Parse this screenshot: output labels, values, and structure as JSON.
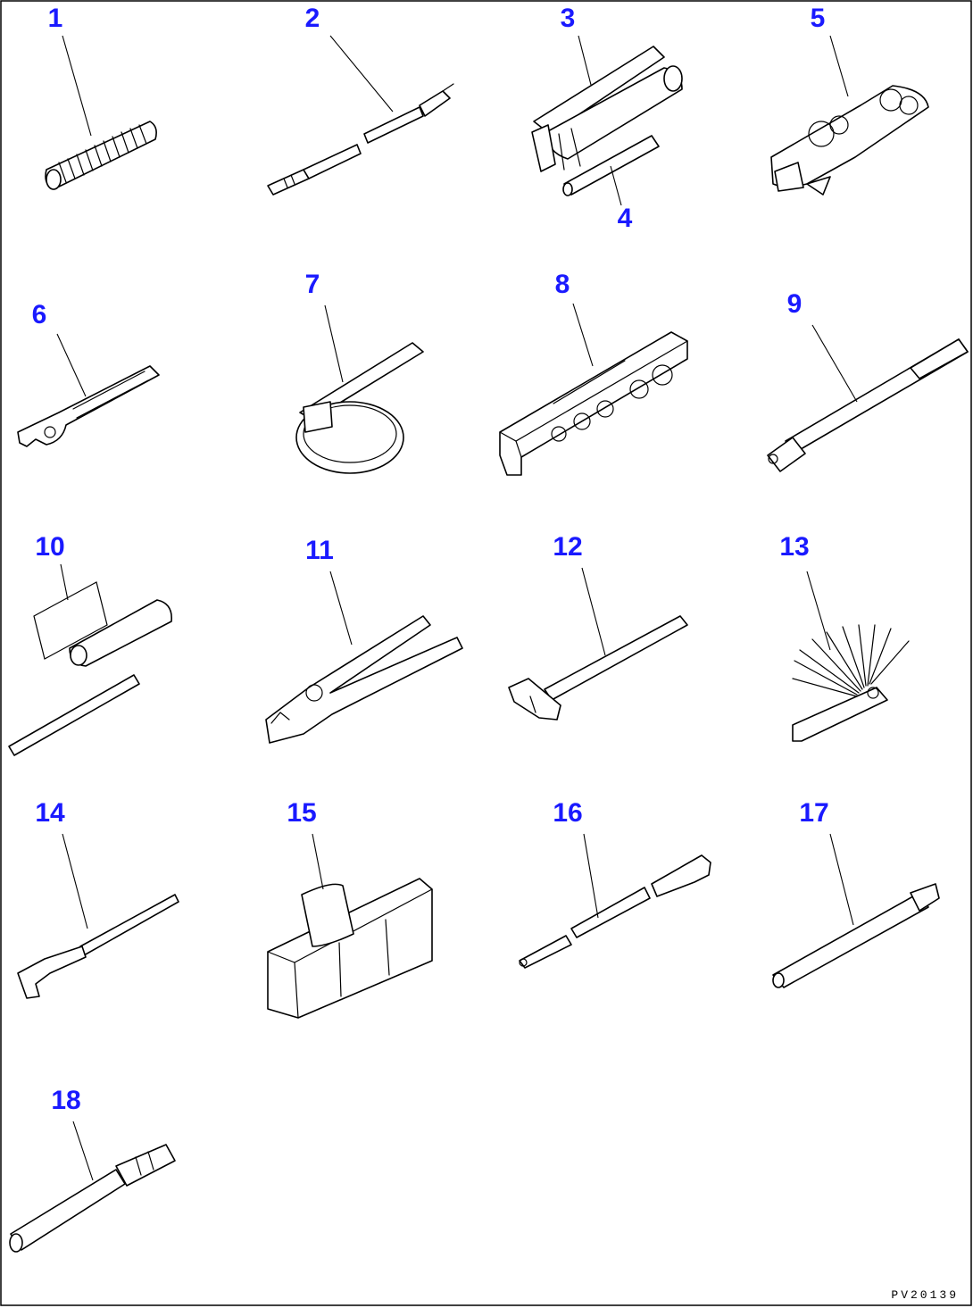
{
  "diagram": {
    "drawing_id": "PV20139",
    "callouts": [
      {
        "label": "1",
        "part": "spring",
        "icon": "coil-spring-icon"
      },
      {
        "label": "2",
        "part": "screwdriver",
        "icon": "screwdriver-icon"
      },
      {
        "label": "3",
        "part": "grease-gun",
        "icon": "grease-gun-icon"
      },
      {
        "label": "4",
        "part": "grease-gun-nozzle",
        "icon": "nozzle-pipe-icon"
      },
      {
        "label": "5",
        "part": "wrench-set",
        "icon": "wrench-set-icon"
      },
      {
        "label": "6",
        "part": "adjustable-wrench",
        "icon": "adjustable-wrench-icon"
      },
      {
        "label": "7",
        "part": "filter-wrench",
        "icon": "filter-wrench-icon"
      },
      {
        "label": "8",
        "part": "socket-set",
        "icon": "socket-set-icon"
      },
      {
        "label": "9",
        "part": "socket-wrench",
        "icon": "socket-wrench-icon"
      },
      {
        "label": "10",
        "part": "box-wrench-and-bar",
        "icon": "box-wrench-icon"
      },
      {
        "label": "11",
        "part": "pliers",
        "icon": "pliers-icon"
      },
      {
        "label": "12",
        "part": "hammer",
        "icon": "hammer-icon"
      },
      {
        "label": "13",
        "part": "feeler-gauge",
        "icon": "feeler-gauge-icon"
      },
      {
        "label": "14",
        "part": "pry-bar",
        "icon": "pry-bar-icon"
      },
      {
        "label": "15",
        "part": "tool-bag",
        "icon": "tool-bag-icon"
      },
      {
        "label": "16",
        "part": "tire-gauge",
        "icon": "tire-gauge-icon"
      },
      {
        "label": "17",
        "part": "socket-extension",
        "icon": "socket-extension-icon"
      },
      {
        "label": "18",
        "part": "spark-plug-wrench",
        "icon": "spark-plug-wrench-icon"
      }
    ]
  }
}
